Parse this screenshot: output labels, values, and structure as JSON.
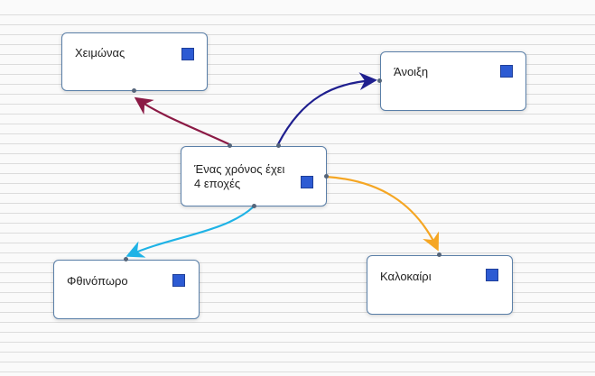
{
  "diagram": {
    "nodes": [
      {
        "id": "winter",
        "label": "Χειμώνας"
      },
      {
        "id": "spring",
        "label": "Άνοιξη"
      },
      {
        "id": "center",
        "label": "Ένας χρόνος έχει\n4 εποχές"
      },
      {
        "id": "autumn",
        "label": "Φθινόπωρο"
      },
      {
        "id": "summer",
        "label": "Καλοκαίρι"
      }
    ],
    "edges": [
      {
        "from": "center",
        "to": "winter",
        "color": "#8b1a45"
      },
      {
        "from": "center",
        "to": "spring",
        "color": "#1f1f8f"
      },
      {
        "from": "center",
        "to": "autumn",
        "color": "#1fb3e6"
      },
      {
        "from": "center",
        "to": "summer",
        "color": "#f5a623"
      }
    ],
    "colors": {
      "node_border": "#5a7fa8",
      "node_handle": "#2d5bd3",
      "port": "#55657a"
    }
  }
}
